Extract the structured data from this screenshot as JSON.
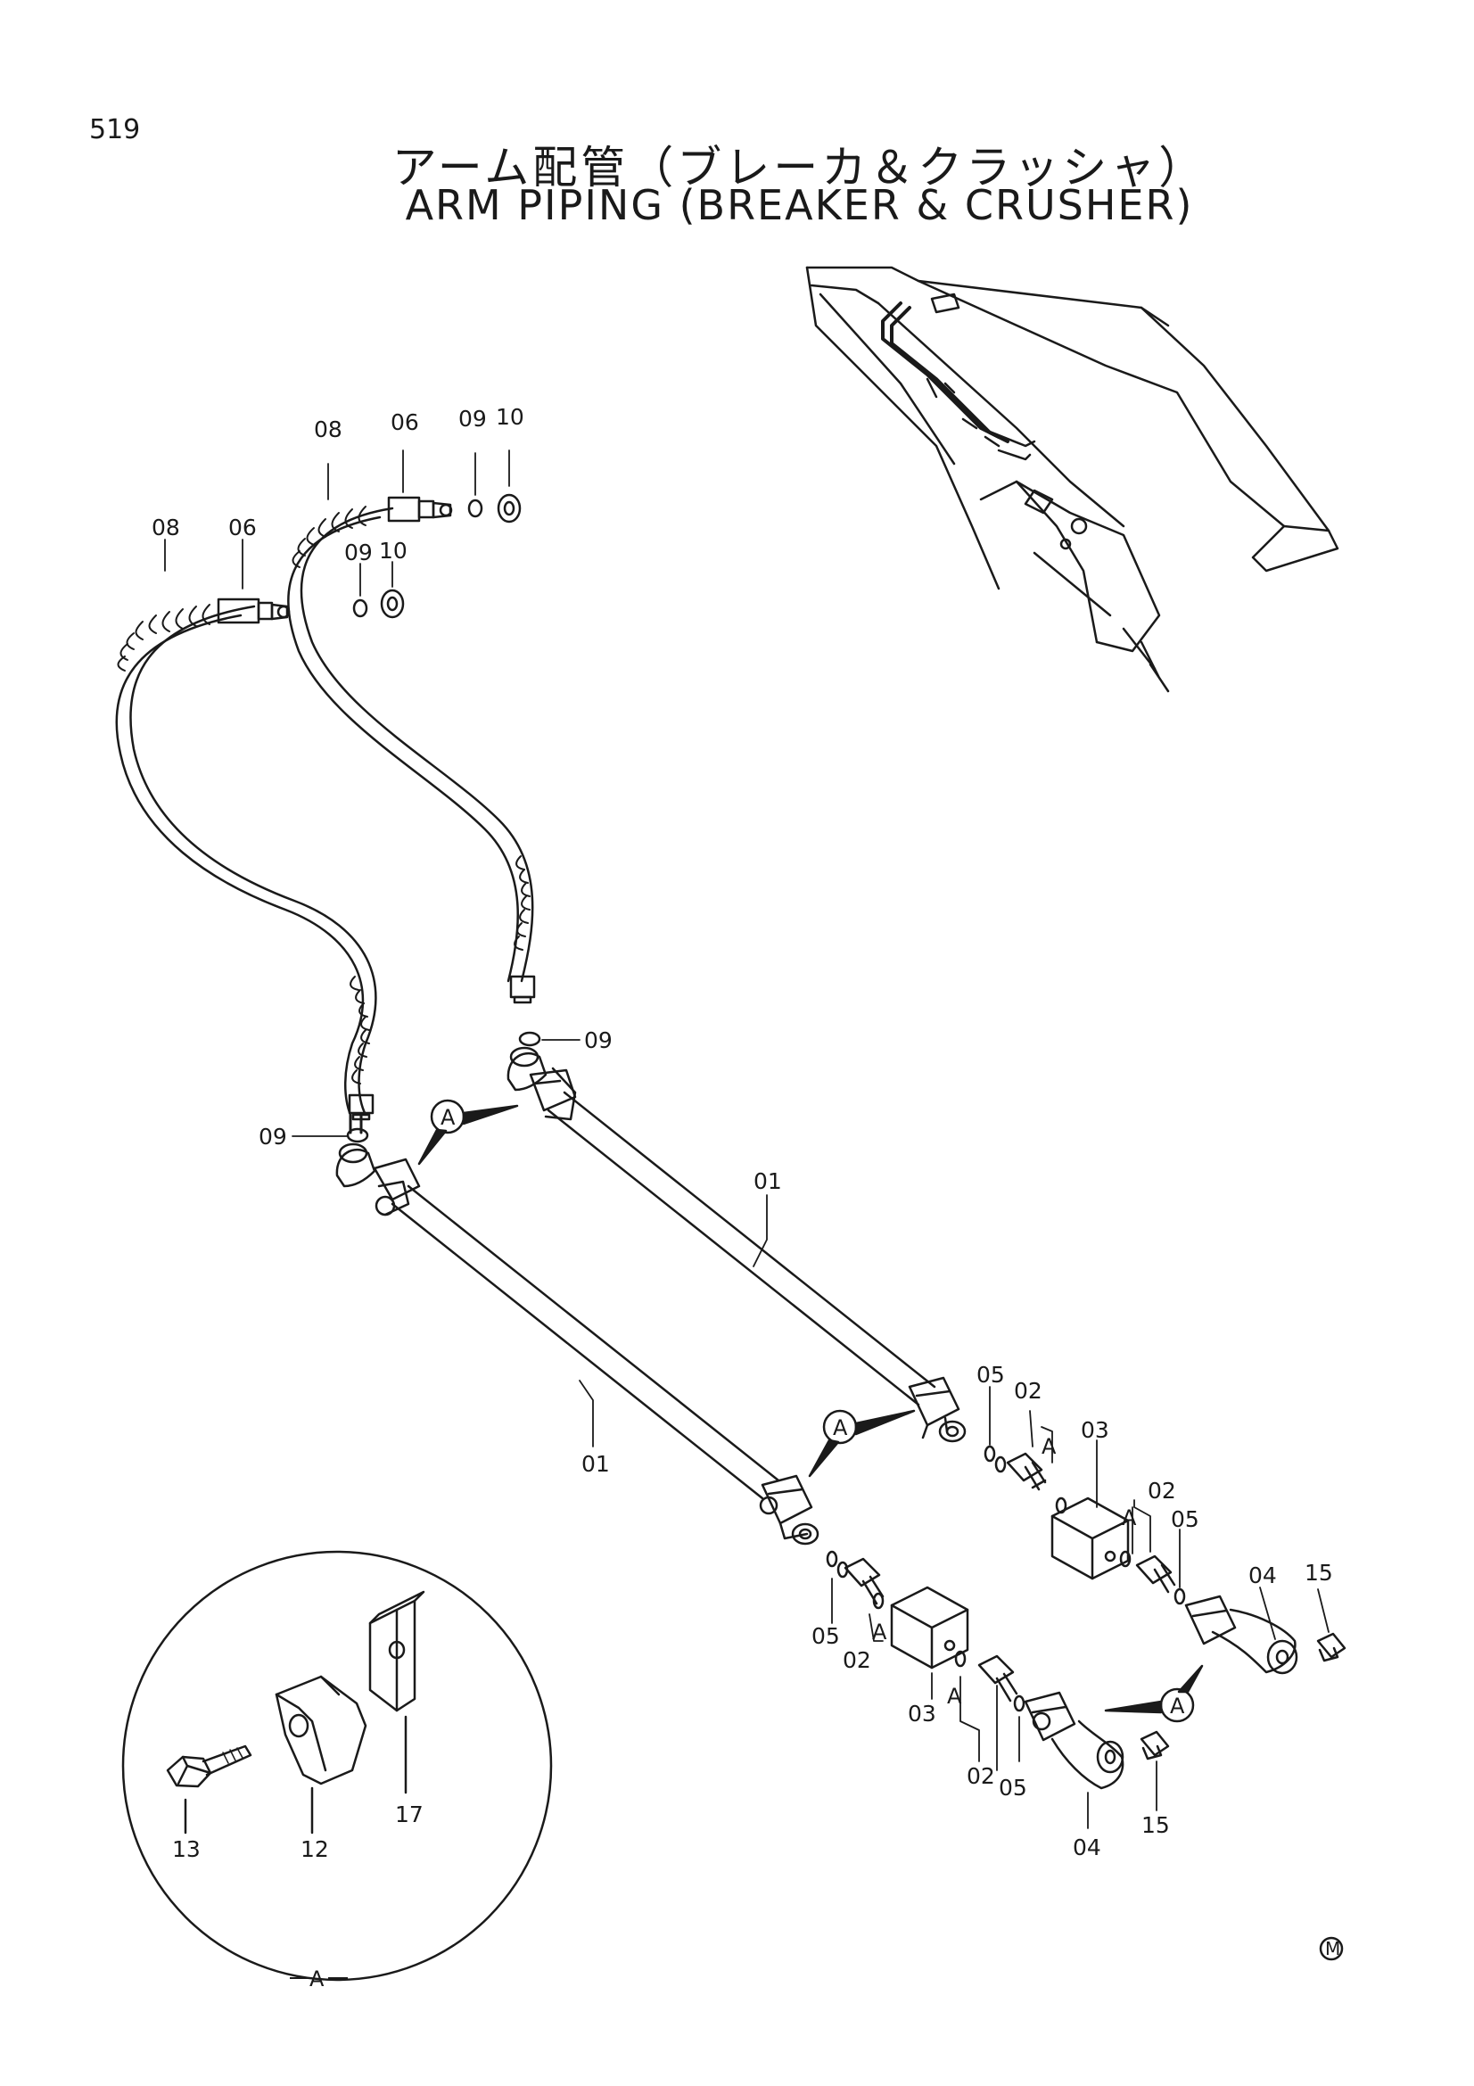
{
  "page": {
    "number": "519"
  },
  "title": {
    "japanese": "アーム配管（ブレーカ＆クラッシャ）",
    "english": "ARM PIPING (BREAKER & CRUSHER)"
  },
  "parts": {
    "p01": "01",
    "p02": "02",
    "p03": "03",
    "p04": "04",
    "p05": "05",
    "p06": "06",
    "p08": "08",
    "p09": "09",
    "p10": "10",
    "p12": "12",
    "p13": "13",
    "p15": "15",
    "p17": "17"
  },
  "detail": {
    "ref": "A"
  },
  "footer": {
    "mark": "M"
  }
}
